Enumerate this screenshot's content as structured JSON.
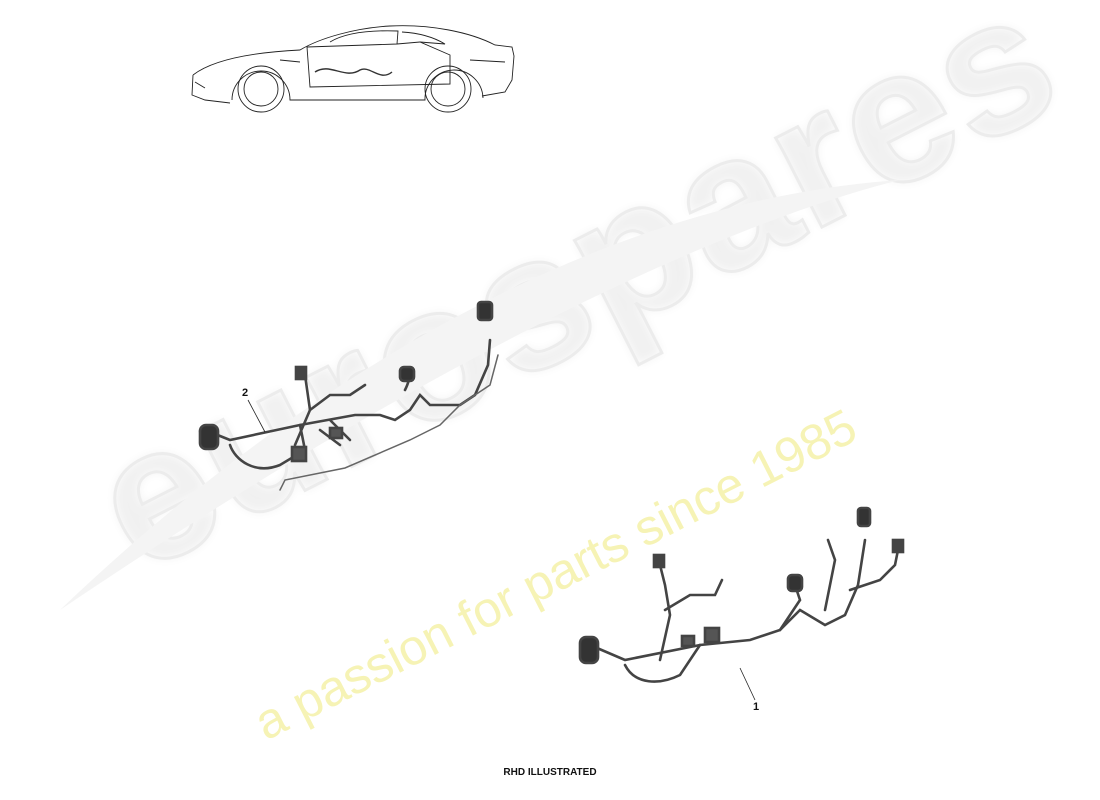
{
  "watermark": {
    "brand": "eurospares",
    "tagline": "a passion for parts since 1985",
    "brand_color": "#ececec",
    "tagline_color": "#f6f3b5"
  },
  "diagram": {
    "callouts": [
      {
        "number": "2",
        "part": "harness-upper"
      },
      {
        "number": "1",
        "part": "harness-lower"
      }
    ],
    "caption": "RHD ILLUSTRATED"
  }
}
